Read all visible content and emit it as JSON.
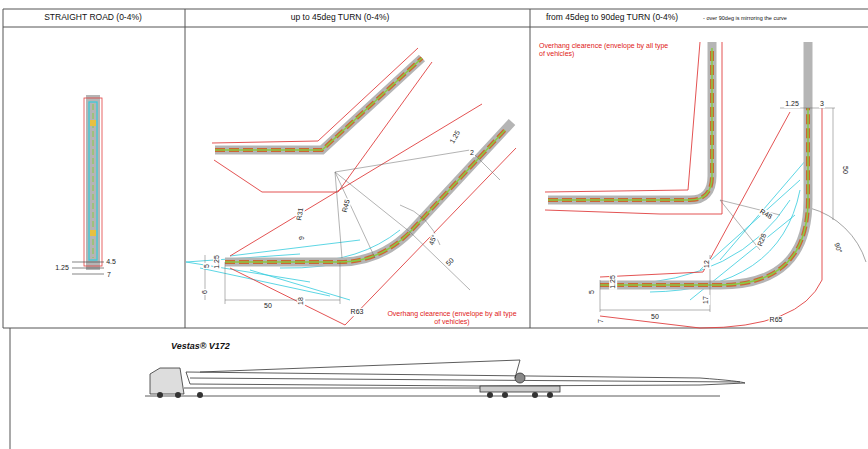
{
  "diagram": {
    "labels": [
      "STRAIGHT ROAD (0-4%)",
      "up to 45deg TURN (0-4%)",
      "from 45deg to 90deg TURN (0-4%)",
      "- over 90deg is mirroring the curve",
      "4.5",
      "1.25",
      "7",
      "5",
      "1.25",
      "9",
      "R31",
      "R45",
      "1.25",
      "2",
      "45°",
      "50",
      "6",
      "18",
      "R63",
      "50",
      "Overhang clearence (envelope by all type of vehicles)",
      "Overhang clearence (envelope by all type of vehicles)",
      "1.25",
      "3",
      "50",
      "R48",
      "R28",
      "90°",
      "5",
      "1.25",
      "12",
      "7",
      "17",
      "50",
      "R65",
      "Vestas® V172"
    ]
  }
}
